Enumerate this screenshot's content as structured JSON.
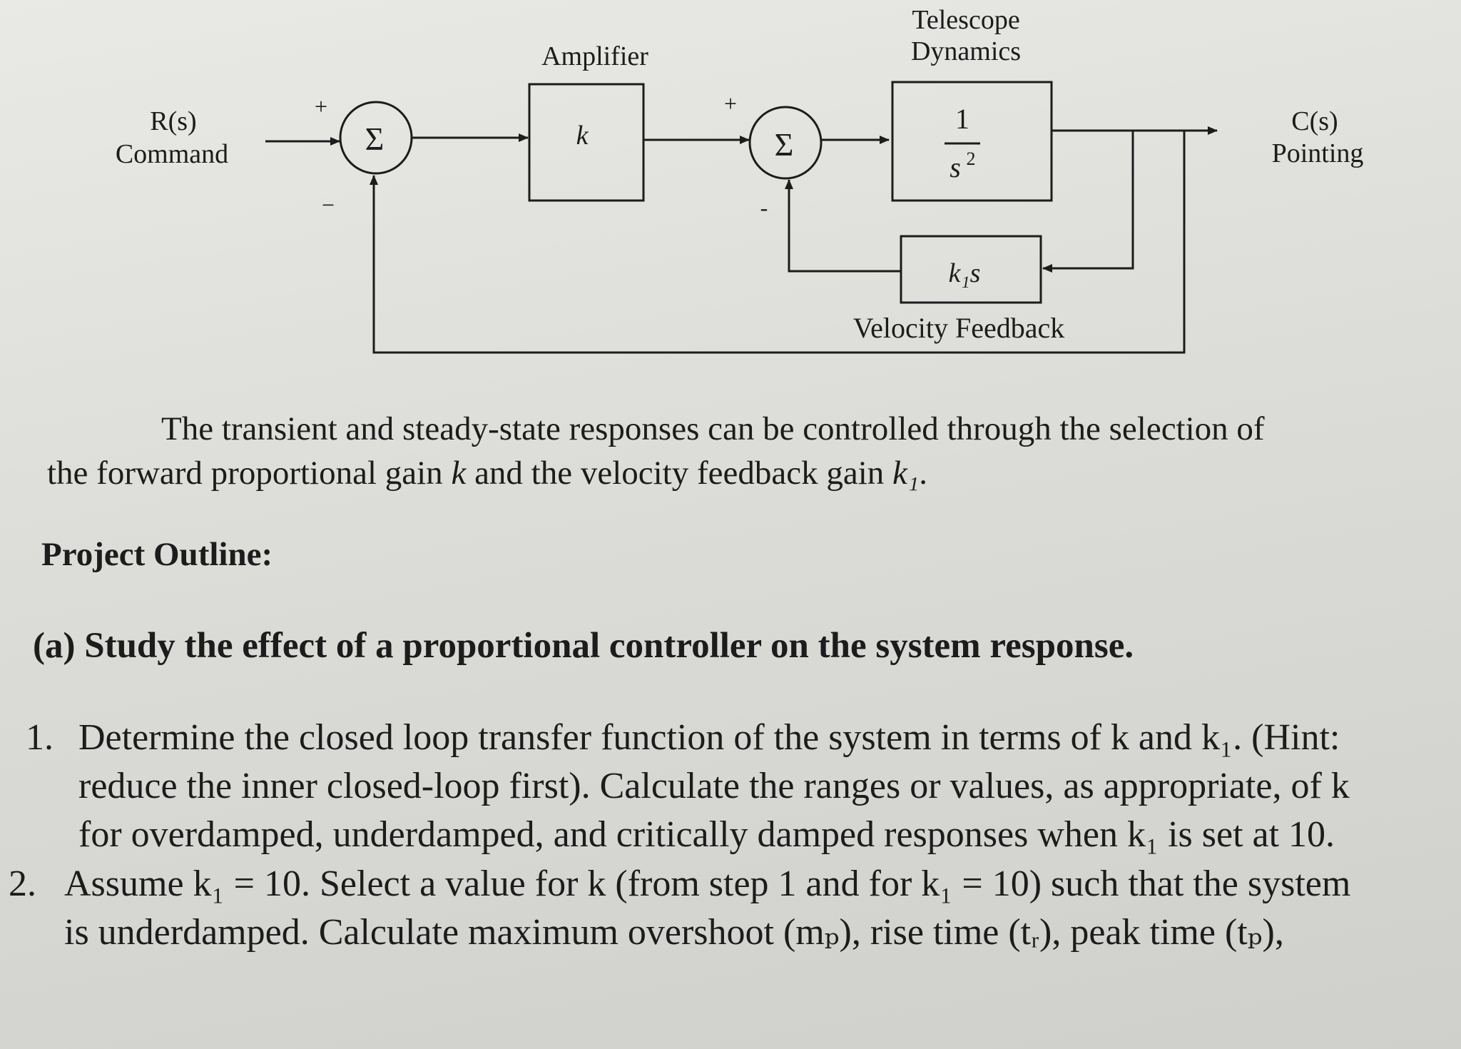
{
  "diagram": {
    "input_label_1": "R(s)",
    "input_label_2": "Command",
    "output_label_1": "C(s)",
    "output_label_2": "Pointing",
    "sum_symbol": "Σ",
    "plus_sign": "+",
    "minus_sign": "−",
    "inner_minus_sign": "-",
    "amplifier_title": "Amplifier",
    "amplifier_gain": "k",
    "plant_title_1": "Telescope",
    "plant_title_2": "Dynamics",
    "plant_num": "1",
    "plant_den": "s",
    "plant_den_exp": "2",
    "feedback_gain": "k₁s",
    "feedback_title": "Velocity Feedback"
  },
  "text": {
    "para_1": "The transient and steady-state responses can be controlled through the selection of",
    "para_2a": "the forward proportional gain ",
    "para_2k": "k",
    "para_2b": " and the velocity feedback gain ",
    "para_2k1": "k₁",
    "para_2c": ".",
    "outline_heading": "Project Outline:",
    "part_a": "(a) Study the effect of a proportional controller on the system response.",
    "item1_num": "1.",
    "item1_line1": "Determine the closed loop transfer function of the system in terms of k and k₁.  (Hint:",
    "item1_line2": "reduce the inner closed-loop first). Calculate the ranges or values, as appropriate, of k",
    "item1_line3": "for overdamped, underdamped, and critically damped responses when k₁ is set at 10.",
    "item2_num": "2.",
    "item2_line1": "Assume k₁ = 10. Select a value for k (from step 1 and for k₁ = 10) such that the system",
    "item2_line2": "is underdamped. Calculate maximum overshoot (mₚ), rise time (tᵣ), peak time (tₚ),"
  }
}
